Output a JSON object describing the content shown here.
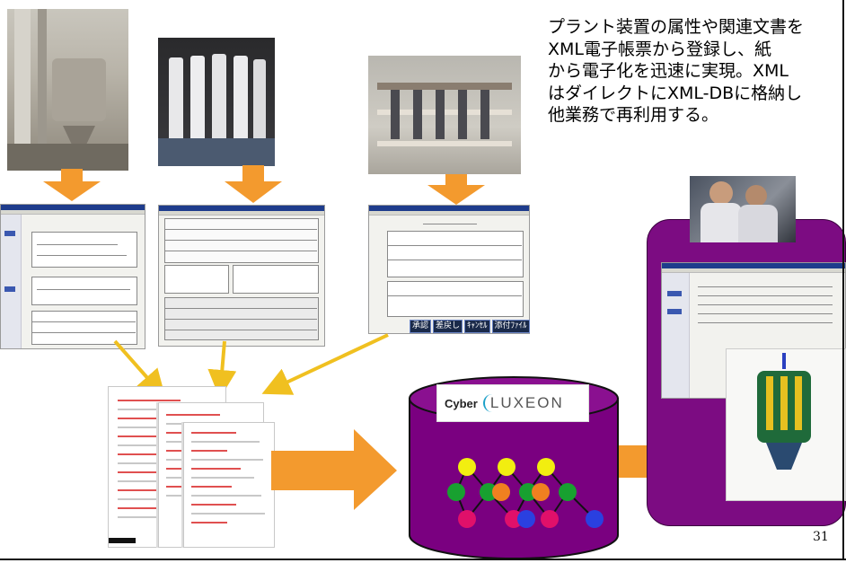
{
  "description_text": "プラント装置の属性や関連文書を\nXML電子帳票から登録し、紙\nから電子化を迅速に実現。XML\nはダイレクトにXML-DBに格納し\n他業務で再利用する。",
  "form_buttons": [
    "承認",
    "差戻し",
    "ｷｬﾝｾﾙ",
    "添付ﾌｧｲﾙ"
  ],
  "logo": {
    "cyber": "Cyber",
    "luxeon": "LUXEON"
  },
  "page_number": "31",
  "colors": {
    "arrow_orange": "#f39a2e",
    "arrow_yellow": "#f0c020",
    "cylinder_purple": "#7a0080",
    "panel_purple": "#7c0c82"
  },
  "node_colors": {
    "top": "#f2ee10",
    "mid": "#18a030",
    "mid_accent": "#f08020",
    "bottom": "#e0106a",
    "bottom_accent": "#2a40e0"
  },
  "icons": [
    "down-arrow-icon",
    "diagonal-arrow-icon",
    "right-arrow-icon"
  ]
}
